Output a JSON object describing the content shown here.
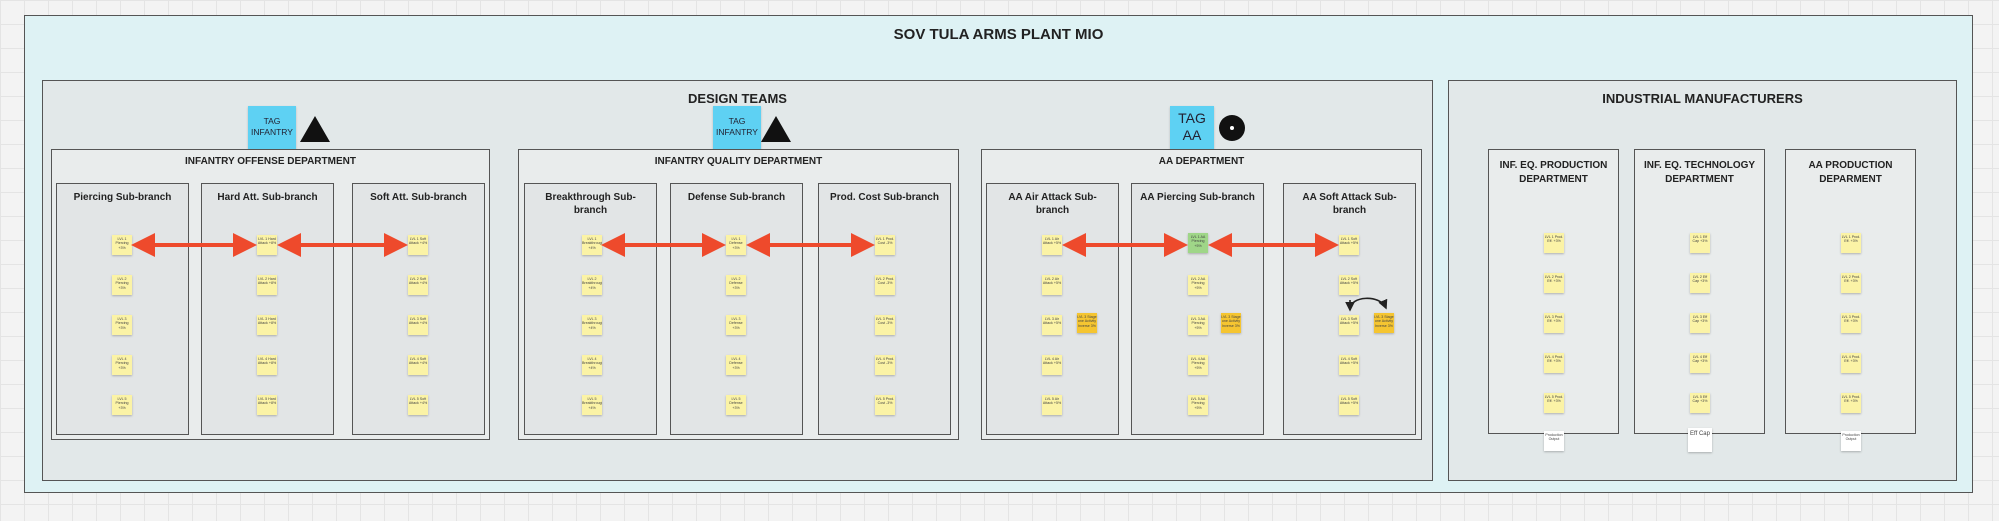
{
  "board": {
    "title": "SOV TULA ARMS PLANT MIO"
  },
  "design_teams": {
    "title": "DESIGN TEAMS",
    "tags": [
      "TAG INFANTRY",
      "TAG INFANTRY",
      "TAG AA"
    ],
    "departments": [
      {
        "title": "INFANTRY OFFENSE DEPARTMENT",
        "subbranches": [
          {
            "title": "Piercing Sub-branch",
            "notes": [
              "LVL 1 Piercing +3%",
              "LVL 2 Piercing +3%",
              "LVL 3 Piercing +3%",
              "LVL 4 Piercing +3%",
              "LVL 5 Piercing +3%"
            ]
          },
          {
            "title": "Hard Att. Sub-branch",
            "notes": [
              "LVL 1 Hard Attack +8%",
              "LVL 2 Hard Attack +8%",
              "LVL 3 Hard Attack +8%",
              "LVL 4 Hard Attack +8%",
              "LVL 5 Hard Attack +8%"
            ]
          },
          {
            "title": "Soft Att. Sub-branch",
            "notes": [
              "LVL 1 Soft Attack +4%",
              "LVL 2 Soft Attack +4%",
              "LVL 3 Soft Attack +4%",
              "LVL 4 Soft Attack +4%",
              "LVL 5 Soft Attack +4%"
            ]
          }
        ]
      },
      {
        "title": "INFANTRY QUALITY DEPARTMENT",
        "subbranches": [
          {
            "title": "Breakthrough Sub-branch",
            "notes": [
              "LVL 1 Breakthrough +4%",
              "LVL 2 Breakthrough +4%",
              "LVL 3 Breakthrough +4%",
              "LVL 4 Breakthrough +4%",
              "LVL 5 Breakthrough +4%"
            ]
          },
          {
            "title": "Defense Sub-branch",
            "notes": [
              "LVL 1 Defense +3%",
              "LVL 2 Defense +3%",
              "LVL 3 Defense +3%",
              "LVL 4 Defense +3%",
              "LVL 5 Defense +3%"
            ]
          },
          {
            "title": "Prod. Cost Sub-branch",
            "notes": [
              "LVL 1 Prod. Cost -3%",
              "LVL 2 Prod. Cost -3%",
              "LVL 3 Prod. Cost -3%",
              "LVL 4 Prod. Cost -3%",
              "LVL 5 Prod. Cost -3%"
            ]
          }
        ]
      },
      {
        "title": "AA DEPARTMENT",
        "subbranches": [
          {
            "title": "AA Air Attack Sub-branch",
            "notes": [
              "LVL 1 Air Attack +5%",
              "LVL 2 Air Attack +5%",
              "LVL 3 Air Attack +5%",
              "LVL 4 Air Attack +5%",
              "LVL 5 Air Attack +5%"
            ],
            "side_note": "LVL 3 Stage one Activity Inverse 3%"
          },
          {
            "title": "AA Piercing Sub-branch",
            "notes": [
              "LVL 1 AA Piercing +5%",
              "LVL 2 AA Piercing +5%",
              "LVL 3 AA Piercing +5%",
              "LVL 4 AA Piercing +5%",
              "LVL 5 AA Piercing +5%"
            ],
            "side_note": "LVL 3 Stage one Activity Inverse 3%"
          },
          {
            "title": "AA Soft Attack Sub-branch",
            "notes": [
              "LVL 1 Soft Attack +5%",
              "LVL 2 Soft Attack +5%",
              "LVL 3 Soft Attack +5%",
              "LVL 4 Soft Attack +5%",
              "LVL 5 Soft Attack +5%"
            ],
            "side_note": "LVL 3 Stage one Activity Inverse 3%"
          }
        ]
      }
    ]
  },
  "industrial": {
    "title": "INDUSTRIAL MANUFACTURERS",
    "departments": [
      {
        "title": "INF. EQ. PRODUCTION DEPARTMENT",
        "notes": [
          "LVL 1 Prod. Eff. +3%",
          "LVL 2 Prod. Eff. +3%",
          "LVL 3 Prod. Eff. +3%",
          "LVL 4 Prod. Eff. +3%",
          "LVL 5 Prod. Eff. +3%"
        ],
        "bottom_note": "Production Output"
      },
      {
        "title": "INF. EQ. TECHNOLOGY DEPARTMENT",
        "notes": [
          "LVL 1 Eff Cap +3%",
          "LVL 2 Eff Cap +3%",
          "LVL 3 Eff Cap +3%",
          "LVL 4 Eff Cap +3%",
          "LVL 5 Eff Cap +3%"
        ],
        "bottom_note": "Eff Cap"
      },
      {
        "title": "AA PRODUCTION DEPARMENT",
        "notes": [
          "LVL 1 Prod. Eff. +3%",
          "LVL 2 Prod. Eff. +3%",
          "LVL 3 Prod. Eff. +3%",
          "LVL 4 Prod. Eff. +3%",
          "LVL 5 Prod. Eff. +3%"
        ],
        "bottom_note": "Production Output"
      }
    ]
  },
  "colors": {
    "arrow": "#ee4a2c",
    "tag": "#5ed1f3",
    "sticky": "#fbf3a6",
    "sticky_green": "#9fd688",
    "sticky_orange": "#f5c531"
  }
}
